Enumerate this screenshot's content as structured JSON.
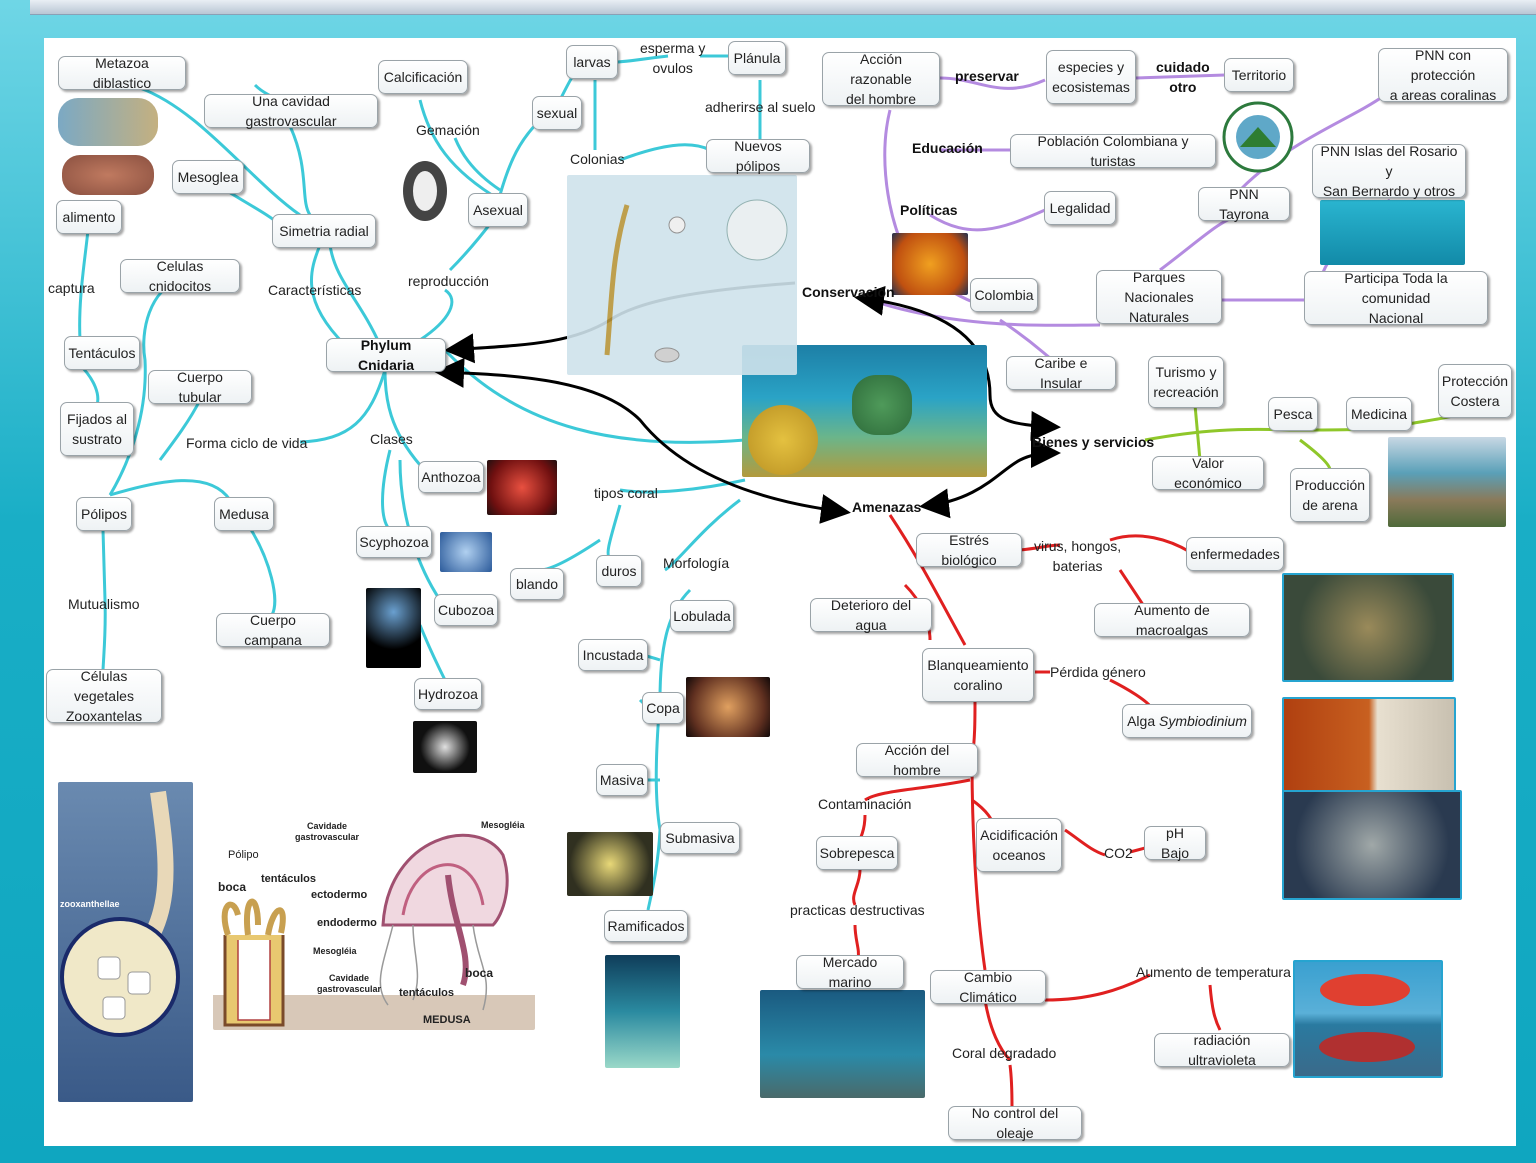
{
  "nodes": {
    "phylum": "Phylum Cnidaria",
    "metazoa": "Metazoa diblastico",
    "cavidad": "Una cavidad gastrovascular",
    "calcificacion": "Calcificación",
    "mesoglea": "Mesoglea",
    "alimento": "alimento",
    "simetria": "Simetria radial",
    "cnidocitos": "Celulas cnidocitos",
    "tentaculos": "Tentáculos",
    "cuerpo_tubular": "Cuerpo tubular",
    "fijados": "Fijados al\nsustrato",
    "polipos": "Pólipos",
    "medusa": "Medusa",
    "cuerpo_campana": "Cuerpo campana",
    "celulas_vegetales": "Células vegetales\nZooxantelas",
    "larvas": "larvas",
    "planula": "Plánula",
    "sexual": "sexual",
    "asexual": "Asexual",
    "nuevos_polipos": "Nuevos pólipos",
    "anthozoa": "Anthozoa",
    "scyphozoa": "Scyphozoa",
    "cubozoa": "Cubozoa",
    "hydrozoa": "Hydrozoa",
    "blando": "blando",
    "duros": "duros",
    "lobulada": "Lobulada",
    "incustada": "Incustada",
    "copa": "Copa",
    "masiva": "Masiva",
    "submasiva": "Submasiva",
    "ramificados": "Ramificados",
    "accion_razonable": "Acción razonable\ndel hombre",
    "especies": "especies y\necosistemas",
    "territorio": "Territorio",
    "pnn_proteccion": "PNN  con protección\na areas coralinas",
    "poblacion": "Población Colombiana y turistas",
    "legalidad": "Legalidad",
    "pnn_tayrona": "PNN Tayrona",
    "pnn_islas": "PNN Islas del Rosario y\nSan Bernardo y otros",
    "colombia": "Colombia",
    "parques": "Parques Nacionales\nNaturales",
    "participa": "Participa Toda la comunidad\nNacional",
    "caribe": "Caribe e Insular",
    "turismo": "Turismo y\nrecreación",
    "pesca": "Pesca",
    "medicina": "Medicina",
    "proteccion_costera": "Protección\nCostera",
    "valor_economico": "Valor económico",
    "produccion_arena": "Producción\nde arena",
    "estres": "Estrés biológico",
    "enfermedades": "enfermedades",
    "macroalgas": "Aumento de macroalgas",
    "deterioro": "Deterioro del agua",
    "blanqueamiento": "Blanqueamiento\ncoralino",
    "alga": "Alga Symbiodinium",
    "accion_hombre": "Acción del hombre",
    "sobrepesca": "Sobrepesca",
    "acidificacion": "Acidificación\noceanos",
    "ph_bajo": "pH Bajo",
    "mercado": "Mercado marino",
    "cambio_climatico": "Cambio Climático",
    "radiacion": "radiación ultravioleta",
    "no_control": "No control del oleaje"
  },
  "labels": {
    "gemacion": "Gemación",
    "colonias": "Colonias",
    "esperma": "esperma y\novulos",
    "adherirse": "adherirse al suelo",
    "reproduccion": "reproducción",
    "caracteristicas": "Características",
    "captura": "captura",
    "forma_ciclo": "Forma ciclo de vida",
    "clases": "Clases",
    "mutualismo": "Mutualismo",
    "tipos_coral": "tipos coral",
    "morfologia": "Morfología",
    "preservar": "preservar",
    "cuidado_otro": "cuidado\notro",
    "educacion": "Educación",
    "politicas": "Políticas",
    "conservacion": "Conservación",
    "bienes": "Bienes y servicios",
    "amenazas": "Amenazas",
    "virus": "virus, hongos,\nbaterias",
    "perdida": "Pérdida género",
    "contaminacion": "Contaminación",
    "co2": "CO2",
    "practicas": "practicas destructivas",
    "aumento_temp": "Aumento de temperatura",
    "coral_degradado": "Coral degradado"
  },
  "diagram_text": {
    "polipo": "Pólipo",
    "boca1": "boca",
    "tentaculos_d": "tentáculos",
    "ectodermo": "ectodermo",
    "endodermo": "endodermo",
    "mesogleia1": "Mesogléia",
    "cavidade1": "Cavidade\ngastrovascular",
    "cavidade2": "Cavidade\ngastrovascular",
    "mesogleia2": "Mesogléia",
    "boca2": "boca",
    "tentaculos2": "tentáculos",
    "medusa_lbl": "MEDUSA",
    "zooxanthellae": "zooxanthellae"
  },
  "colors": {
    "cnidaria_lines": "#3cc9d8",
    "conservation_lines": "#b48be0",
    "services_lines": "#8fc72a",
    "threat_lines": "#e02020",
    "arrows": "#000000",
    "frame": "#19aec6"
  }
}
